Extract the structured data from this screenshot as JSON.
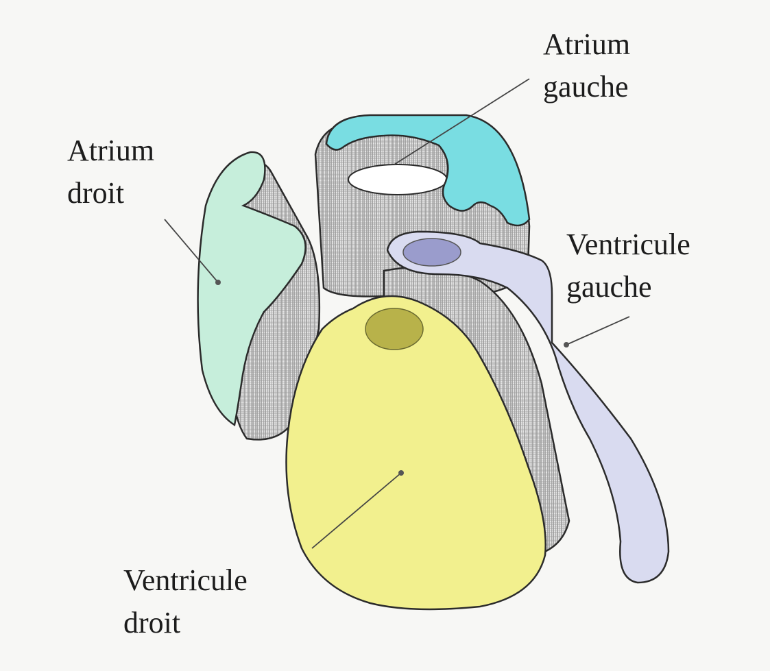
{
  "labels": {
    "atrium_gauche": {
      "line1": "Atrium",
      "line2": "gauche"
    },
    "atrium_droit": {
      "line1": "Atrium",
      "line2": "droit"
    },
    "ventricule_gauche": {
      "line1": "Ventricule",
      "line2": "gauche"
    },
    "ventricule_droit": {
      "line1": "Ventricule",
      "line2": "droit"
    }
  },
  "colors": {
    "background": "#f7f7f5",
    "atrium_gauche": "#79dde2",
    "atrium_droit": "#c6eedb",
    "ventricule_gauche": "#d9dbf0",
    "ventricule_droit": "#f2f08e",
    "myocardium_section": "#cfcfcf",
    "outline": "#2b2b2b"
  }
}
